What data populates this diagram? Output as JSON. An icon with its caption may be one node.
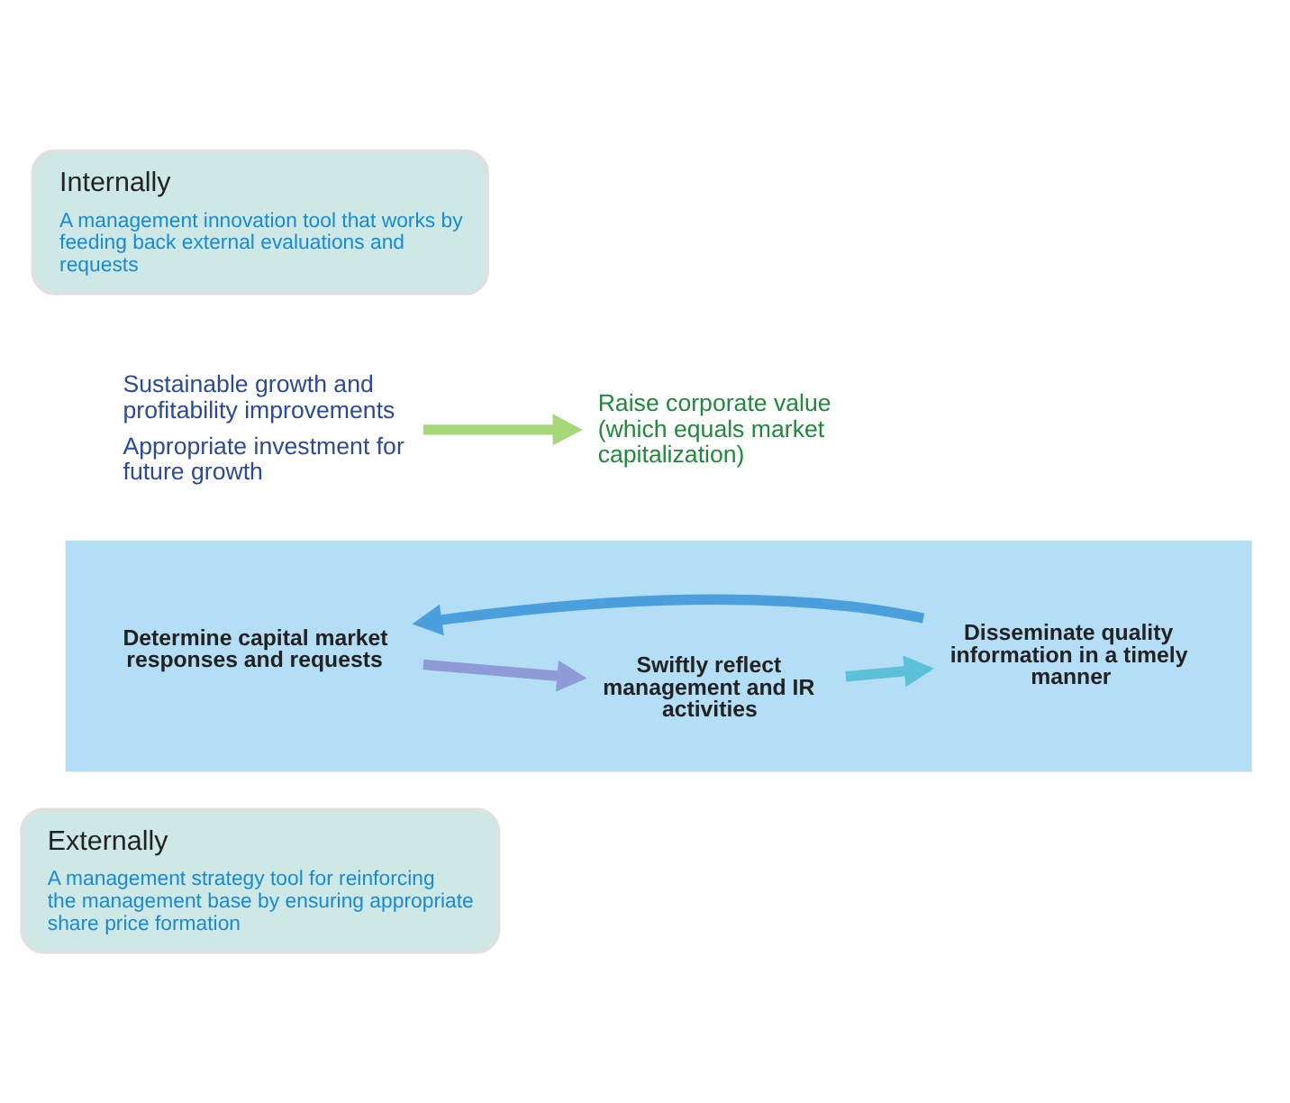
{
  "diagram": {
    "nodes": [
      {
        "text": [
          "Externally",
          "A management strategy tool for reinforcing the management base by ensuring appropriate share price formation"
        ]
      },
      {
        "text": [],
        "shape": "box"
      },
      {
        "text": [
          "Determine capital market responses and requests"
        ],
        "in": 1
      },
      {
        "text": [
          "Swiftly reflect management and IR activities"
        ],
        "in": 1
      },
      {
        "text": [
          "Disseminate quality information in a timely manner"
        ],
        "in": 1
      },
      {
        "text": [
          "Sustainable growth and profitability improvements",
          "Appropriate investment for future growth"
        ]
      },
      {
        "text": [
          "Raise corporate value (which equals market capitalization)"
        ]
      },
      {
        "text": [
          "Internally",
          "A management innovation tool that works by feeding back external evaluations and requests"
        ]
      }
    ],
    "edges": [
      {
        "from": 2,
        "to": 3,
        "arrow": "to",
        "color": "#8f9bd6"
      },
      {
        "from": 3,
        "to": 4,
        "arrow": "to",
        "color": "#5cc0d8"
      },
      {
        "from": 4,
        "to": 2,
        "arrow": "to",
        "color": "#4a9fdc"
      },
      {
        "from": 5,
        "to": 6,
        "arrow": "to",
        "color": "#a6d87a"
      }
    ]
  }
}
